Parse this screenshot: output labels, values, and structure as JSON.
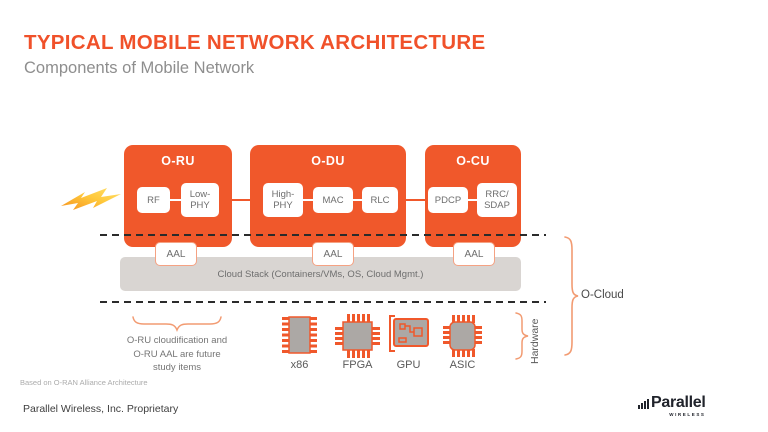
{
  "slide": {
    "title": "TYPICAL MOBILE NETWORK ARCHITECTURE",
    "subtitle": "Components of Mobile Network",
    "footnote": "Based on O-RAN Alliance Architecture",
    "footer": "Parallel Wireless, Inc.  Proprietary",
    "logo": {
      "name": "Parallel",
      "tagline": "WIRELESS"
    }
  },
  "colors": {
    "accent_orange": "#F0582B",
    "light_orange": "#F29B72",
    "title_orange": "#F0512A",
    "cloud_bar_gray": "#D9D5D2",
    "text_gray": "#6E6E6E",
    "chip_gray": "#ACA8A5",
    "label_gray": "#595959",
    "dash_black": "#2B2B2B"
  },
  "diagram": {
    "nodes": [
      {
        "label": "O-RU",
        "children": [
          "RF",
          "Low-\nPHY"
        ]
      },
      {
        "label": "O-DU",
        "children": [
          "High-\nPHY",
          "MAC",
          "RLC"
        ]
      },
      {
        "label": "O-CU",
        "children": [
          "PDCP",
          "RRC/\nSDAP"
        ]
      }
    ],
    "aal": "AAL",
    "cloud_stack": "Cloud Stack (Containers/VMs, OS, Cloud Mgmt.)",
    "o_cloud": "O-Cloud",
    "hardware": "Hardware",
    "chips": [
      "x86",
      "FPGA",
      "GPU",
      "ASIC"
    ],
    "note": "O-RU cloudification and\nO-RU AAL are future\nstudy items"
  }
}
